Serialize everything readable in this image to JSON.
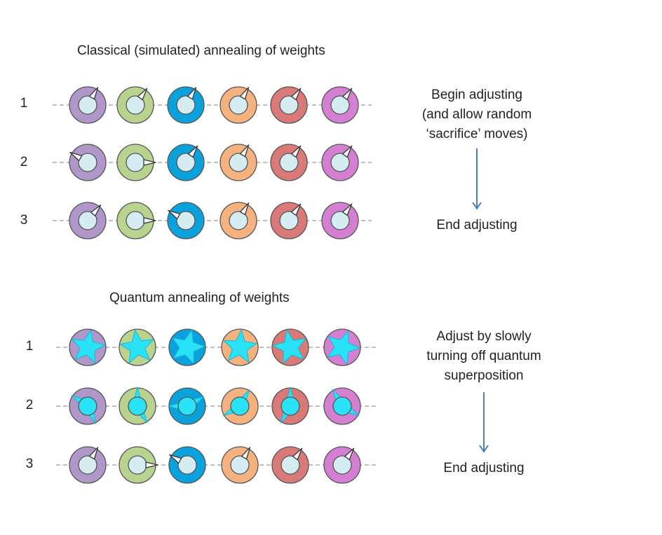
{
  "colors": {
    "purple": "#b197c9",
    "green": "#b7d38d",
    "blue": "#0aa2dd",
    "orange": "#f6b27e",
    "red": "#d97a78",
    "pink": "#d47fd2",
    "center": "#d6ecf3",
    "glow": "#2ae2f5",
    "arrow": "#4d7fbd",
    "dash": "#9a9a9a"
  },
  "classical": {
    "title": "Classical (simulated) annealing of weights",
    "rows": [
      {
        "label": "1",
        "needles_deg": [
          60,
          55,
          60,
          60,
          55,
          55
        ]
      },
      {
        "label": "2",
        "needles_deg": [
          150,
          0,
          55,
          60,
          55,
          55
        ]
      },
      {
        "label": "3",
        "needles_deg": [
          50,
          0,
          150,
          60,
          55,
          55
        ]
      }
    ],
    "note": [
      "Begin adjusting",
      "(and allow random",
      "‘sacrifice’ moves)"
    ],
    "end_label": "End adjusting"
  },
  "quantum": {
    "title": "Quantum annealing of weights",
    "rows": [
      {
        "label": "1",
        "state": "superposition"
      },
      {
        "label": "2",
        "state": "partial",
        "needles_deg": [
          145,
          -60,
          30,
          60,
          90,
          -30
        ]
      },
      {
        "label": "3",
        "state": "collapsed",
        "needles_deg": [
          60,
          0,
          150,
          60,
          55,
          55
        ]
      }
    ],
    "note": [
      "Adjust by slowly",
      "turning off quantum",
      "superposition"
    ],
    "end_label": "End adjusting"
  }
}
